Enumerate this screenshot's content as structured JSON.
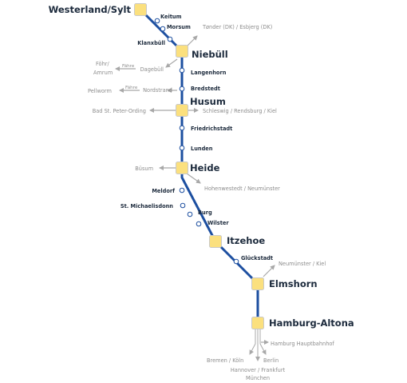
{
  "colors": {
    "line": "#1d4fa0",
    "major_fill": "#fbe07e",
    "major_stroke": "#c9c9c9",
    "minor_fill": "#ffffff",
    "minor_stroke": "#1d4fa0",
    "connection": "#a8a8a8",
    "label": "#1c2a3c",
    "connection_label": "#8d8d8d"
  },
  "stations": [
    {
      "id": "westerland",
      "name": "Westerland/Sylt",
      "type": "major"
    },
    {
      "id": "keitum",
      "name": "Keitum",
      "type": "minor"
    },
    {
      "id": "morsum",
      "name": "Morsum",
      "type": "minor"
    },
    {
      "id": "klanxbuell",
      "name": "Klanxbüll",
      "type": "minor"
    },
    {
      "id": "niebuell",
      "name": "Niebüll",
      "type": "major"
    },
    {
      "id": "langenhorn",
      "name": "Langenhorn",
      "type": "minor"
    },
    {
      "id": "bredstedt",
      "name": "Bredstedt",
      "type": "minor"
    },
    {
      "id": "husum",
      "name": "Husum",
      "type": "major"
    },
    {
      "id": "friedrichstadt",
      "name": "Friedrichstadt",
      "type": "minor"
    },
    {
      "id": "lunden",
      "name": "Lunden",
      "type": "minor"
    },
    {
      "id": "heide",
      "name": "Heide",
      "type": "major"
    },
    {
      "id": "meldorf",
      "name": "Meldorf",
      "type": "minor"
    },
    {
      "id": "stmichaelisdonn",
      "name": "St. Michaelisdonn",
      "type": "minor"
    },
    {
      "id": "burg",
      "name": "Burg",
      "type": "minor"
    },
    {
      "id": "wilster",
      "name": "Wilster",
      "type": "minor"
    },
    {
      "id": "itzehoe",
      "name": "Itzehoe",
      "type": "major"
    },
    {
      "id": "glueckstadt",
      "name": "Glückstadt",
      "type": "minor"
    },
    {
      "id": "elmshorn",
      "name": "Elmshorn",
      "type": "major"
    },
    {
      "id": "hamburgaltona",
      "name": "Hamburg-Altona",
      "type": "major"
    }
  ],
  "connections": [
    {
      "id": "tander",
      "label": "Tønder (DK) / Esbjerg (DK)"
    },
    {
      "id": "dagebuell",
      "label": "Dagebüll"
    },
    {
      "id": "foehr",
      "label": "Föhr/"
    },
    {
      "id": "amrum",
      "label": "Amrum"
    },
    {
      "id": "faehre1",
      "label": "Fähre"
    },
    {
      "id": "nordstrand",
      "label": "Nordstrand"
    },
    {
      "id": "pellworm",
      "label": "Pellworm"
    },
    {
      "id": "faehre2",
      "label": "Fähre"
    },
    {
      "id": "stpeter",
      "label": "Bad St. Peter-Ording"
    },
    {
      "id": "schleswig",
      "label": "Schleswig / Rendsburg / Kiel"
    },
    {
      "id": "buesum",
      "label": "Büsum"
    },
    {
      "id": "hohenwestedt",
      "label": "Hohenwestedt / Neumünster"
    },
    {
      "id": "neumuenster",
      "label": "Neumünster / Kiel"
    },
    {
      "id": "hamburghbf",
      "label": "Hamburg Hauptbahnhof"
    },
    {
      "id": "bremen",
      "label": "Bremen / Köln"
    },
    {
      "id": "berlin",
      "label": "Berlin"
    },
    {
      "id": "hannover",
      "label": "Hannover / Frankfurt"
    },
    {
      "id": "muenchen",
      "label": "München"
    }
  ]
}
